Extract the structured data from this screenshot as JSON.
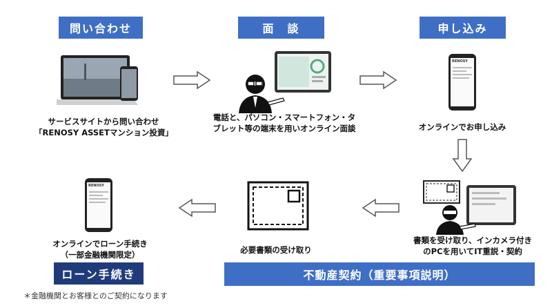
{
  "steps": {
    "inquiry": {
      "label": "問い合わせ",
      "caption_line1": "サービスサイトから問い合わせ",
      "caption_line2": "「RENOSY ASSETマンション投資」"
    },
    "interview": {
      "label": "面　談",
      "caption_line1": "電話と、パソコン・スマートフォン・タ",
      "caption_line2": "ブレット等の端末を用いオンライン面談"
    },
    "application": {
      "label": "申し込み",
      "caption_line1": "オンラインでお申し込み"
    },
    "contract": {
      "label": "不動産契約（重要事項説明）",
      "caption_line1": "書類を受け取り、インカメラ付き",
      "caption_line2": "のPCを用いてIT重説・契約"
    },
    "documents": {
      "caption_line1": "必要書類の受け取り"
    },
    "loan": {
      "label": "ローン手続き",
      "caption_line1": "オンラインでローン手続き",
      "caption_line2": "（一部金融機関限定）"
    }
  },
  "phone_brand": "RENOSY",
  "footnote": "＊金融機関とお客様とのご契約になります",
  "colors": {
    "label_blue": "#3f6fc4",
    "label_dark_blue": "#1f3b7a"
  }
}
